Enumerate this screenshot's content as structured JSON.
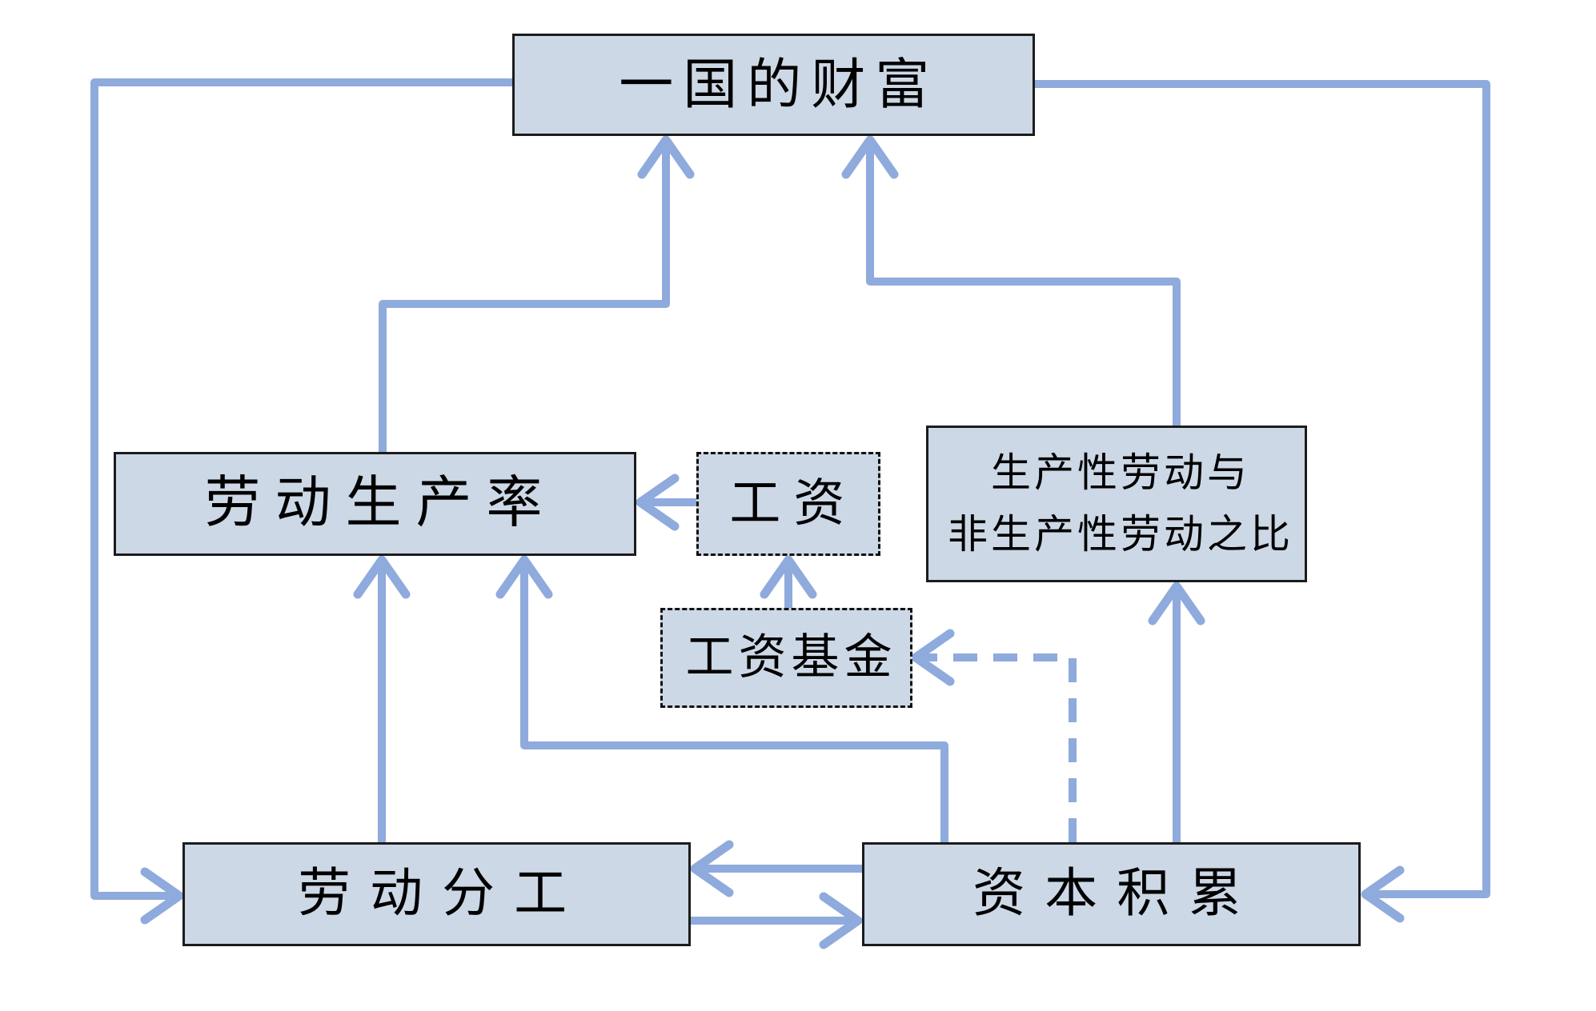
{
  "diagram": {
    "title": "",
    "nodes": {
      "wealth": {
        "label": "一国的财富",
        "border": "solid"
      },
      "productivity": {
        "label": "劳动生产率",
        "border": "solid"
      },
      "wage": {
        "label": "工资",
        "border": "dashed"
      },
      "ratio": {
        "line1": "生产性劳动与",
        "line2": "非生产性劳动之比",
        "border": "solid"
      },
      "wage_fund": {
        "label": "工资基金",
        "border": "dashed"
      },
      "division": {
        "label": "劳动分工",
        "border": "solid"
      },
      "capital": {
        "label": "资本积累",
        "border": "solid"
      }
    },
    "edges": [
      {
        "from": "division",
        "to": "productivity",
        "style": "solid"
      },
      {
        "from": "capital",
        "to": "productivity",
        "style": "solid"
      },
      {
        "from": "wage",
        "to": "productivity",
        "style": "solid"
      },
      {
        "from": "wage_fund",
        "to": "wage",
        "style": "solid"
      },
      {
        "from": "capital",
        "to": "wage_fund",
        "style": "dashed"
      },
      {
        "from": "capital",
        "to": "ratio",
        "style": "solid"
      },
      {
        "from": "productivity",
        "to": "wealth",
        "style": "solid"
      },
      {
        "from": "ratio",
        "to": "wealth",
        "style": "solid"
      },
      {
        "from": "wealth",
        "to": "division",
        "style": "solid"
      },
      {
        "from": "wealth",
        "to": "capital",
        "style": "solid"
      },
      {
        "from": "capital",
        "to": "division",
        "style": "solid"
      },
      {
        "from": "division",
        "to": "capital",
        "style": "solid"
      }
    ],
    "colors": {
      "node_fill": "#cdd8e6",
      "node_border": "#1c1c1c",
      "arrow": "#8faadc",
      "background": "#ffffff"
    }
  }
}
